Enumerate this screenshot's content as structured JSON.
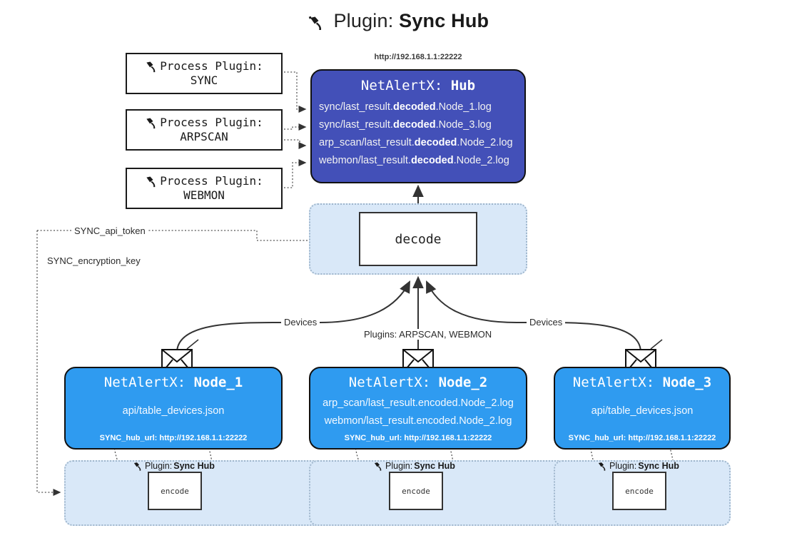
{
  "title": {
    "icon": "plug-icon",
    "prefix": "Plugin: ",
    "name": "Sync Hub"
  },
  "process_plugins": [
    {
      "icon": "plug-icon",
      "line1": "Process Plugin:",
      "line2": "SYNC"
    },
    {
      "icon": "plug-icon",
      "line1": "Process Plugin:",
      "line2": "ARPSCAN"
    },
    {
      "icon": "plug-icon",
      "line1": "Process Plugin:",
      "line2": "WEBMON"
    }
  ],
  "hub": {
    "url_label": "http://192.168.1.1:22222",
    "title_prefix": "NetAlertX: ",
    "title_name": "Hub",
    "logs": [
      {
        "pre": "sync/last_result.",
        "mid": "decoded",
        "post": ".Node_1.log"
      },
      {
        "pre": "sync/last_result.",
        "mid": "decoded",
        "post": ".Node_3.log"
      },
      {
        "pre": "arp_scan/last_result.",
        "mid": "decoded",
        "post": ".Node_2.log"
      },
      {
        "pre": "webmon/last_result.",
        "mid": "decoded",
        "post": ".Node_2.log"
      }
    ]
  },
  "decode": {
    "label": "decode"
  },
  "config_edges": {
    "api_token": "SYNC_api_token",
    "encryption_key": "SYNC_encryption_key"
  },
  "flow_labels": {
    "devices_left": "Devices",
    "devices_right": "Devices",
    "plugins_center": "Plugins: ARPSCAN, WEBMON"
  },
  "nodes": [
    {
      "icon": "envelope-icon",
      "title_prefix": "NetAlertX: ",
      "title_name": "Node_1",
      "logs": [
        "api/table_devices.json"
      ],
      "hub_url": "SYNC_hub_url: http://192.168.1.1:22222"
    },
    {
      "icon": "envelope-icon",
      "title_prefix": "NetAlertX: ",
      "title_name": "Node_2",
      "logs": [
        "arp_scan/last_result.encoded.Node_2.log",
        "webmon/last_result.encoded.Node_2.log"
      ],
      "hub_url": "SYNC_hub_url: http://192.168.1.1:22222"
    },
    {
      "icon": "envelope-icon",
      "title_prefix": "NetAlertX: ",
      "title_name": "Node_3",
      "logs": [
        "api/table_devices.json"
      ],
      "hub_url": "SYNC_hub_url: http://192.168.1.1:22222"
    }
  ],
  "node_plugins": [
    {
      "icon": "plug-icon",
      "prefix": "Plugin: ",
      "name": "Sync Hub",
      "encode_label": "encode"
    },
    {
      "icon": "plug-icon",
      "prefix": "Plugin: ",
      "name": "Sync Hub",
      "encode_label": "encode"
    },
    {
      "icon": "plug-icon",
      "prefix": "Plugin: ",
      "name": "Sync Hub",
      "encode_label": "encode"
    }
  ],
  "colors": {
    "hub_fill": "#4350b8",
    "node_fill": "#2f9bf0",
    "container_fill": "#d9e8f8",
    "container_border": "#9fb6cc",
    "stroke": "#333333",
    "page_bg": "#ffffff"
  }
}
